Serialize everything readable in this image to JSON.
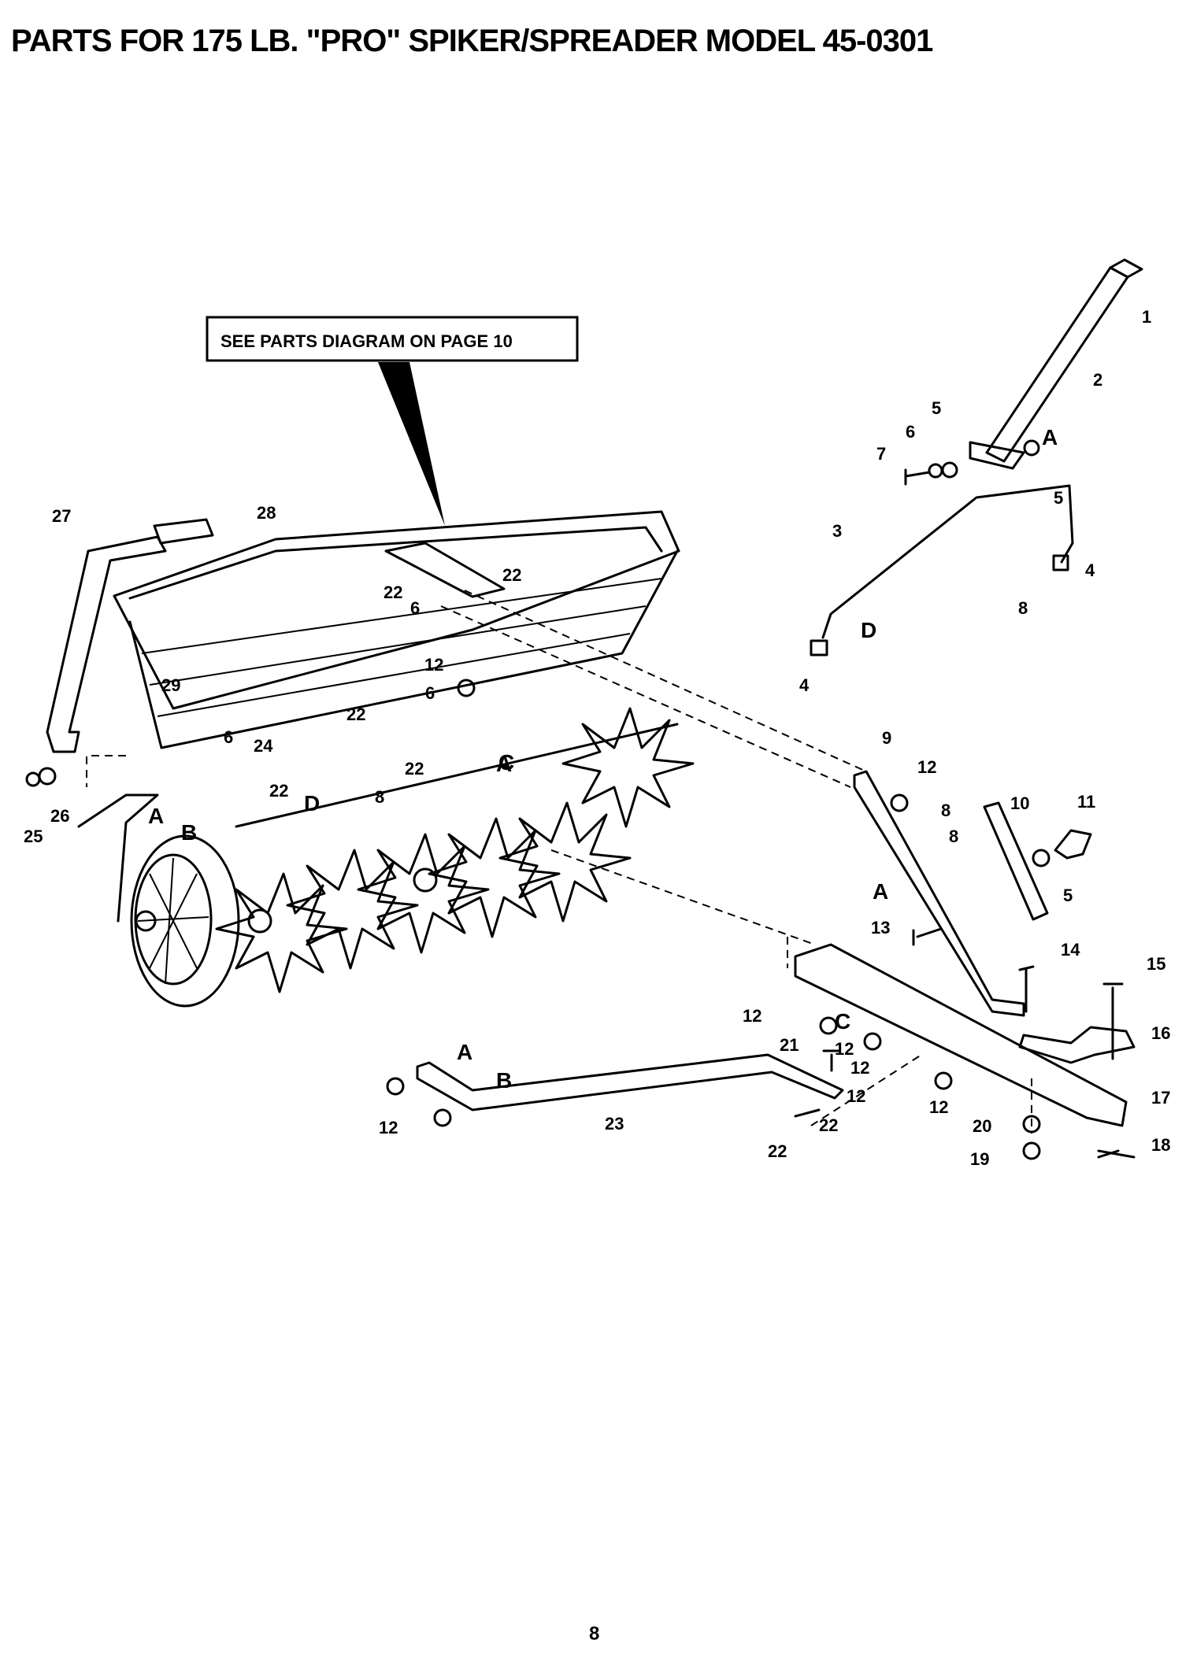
{
  "title": "PARTS FOR 175 LB. \"PRO\" SPIKER/SPREADER MODEL 45-0301",
  "note_box": {
    "text": "SEE PARTS DIAGRAM ON PAGE 10"
  },
  "callouts": [
    "1",
    "2",
    "3",
    "4",
    "4",
    "5",
    "5",
    "5",
    "6",
    "6",
    "6",
    "6",
    "7",
    "8",
    "8",
    "8",
    "8",
    "9",
    "10",
    "11",
    "12",
    "12",
    "12",
    "12",
    "12",
    "12",
    "12",
    "12",
    "13",
    "14",
    "15",
    "16",
    "17",
    "18",
    "19",
    "20",
    "21",
    "22",
    "22",
    "22",
    "22",
    "22",
    "22",
    "22",
    "23",
    "24",
    "25",
    "26",
    "27",
    "28",
    "29"
  ],
  "reference_letters": [
    "A",
    "A",
    "A",
    "A",
    "A",
    "B",
    "B",
    "C",
    "C",
    "D",
    "D"
  ],
  "page_number": "8"
}
